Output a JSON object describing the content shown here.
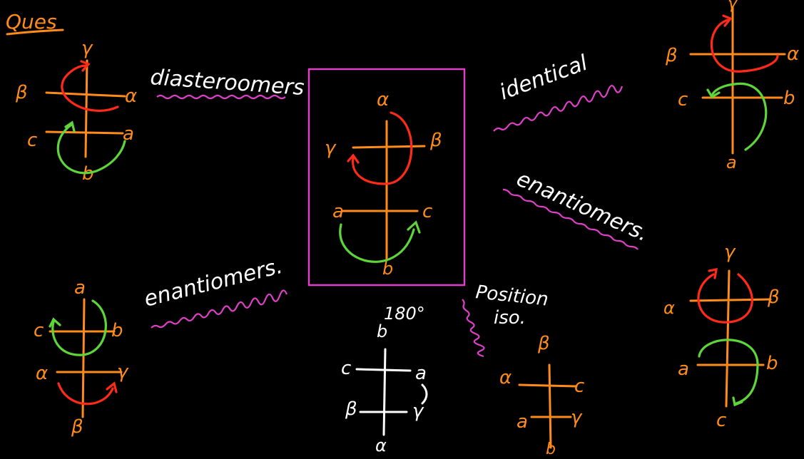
{
  "heading": "Ques",
  "relations": {
    "top_left": "diasteroomers",
    "top_right": "identical",
    "mid_right": "enantiomers.",
    "bottom_left": "enantiomers.",
    "bottom_right": "Position",
    "bottom_right_2": "iso."
  },
  "rotation": "180°",
  "colors": {
    "substituent": "#ff8c1a",
    "arrow_1": "#ff2a1a",
    "arrow_2": "#5ed63a",
    "box": "#e040c8",
    "ink": "#ffffff"
  },
  "projections": {
    "center": {
      "top": "α",
      "r1_left": "γ",
      "r1_right": "β",
      "r2_left": "a",
      "r2_right": "c",
      "bottom": "b"
    },
    "ques": {
      "top": "γ",
      "r1_left": "β",
      "r1_right": "α",
      "r2_left": "c",
      "r2_right": "a",
      "bottom": "b"
    },
    "top_right": {
      "top": "γ",
      "r1_left": "β",
      "r1_right": "α",
      "r2_left": "c",
      "r2_right": "b",
      "bottom": "a"
    },
    "mid_right": {
      "top": "γ",
      "r1_left": "α",
      "r1_right": "β",
      "r2_left": "a",
      "r2_right": "b",
      "bottom": "c"
    },
    "bottom_left": {
      "top": "a",
      "r1_left": "c",
      "r1_right": "b",
      "r2_left": "α",
      "r2_right": "γ",
      "bottom": "β"
    },
    "bottom_middle": {
      "top": "b",
      "r1_left": "c",
      "r1_right": "a",
      "r2_left": "β",
      "r2_right": "γ",
      "bottom": "α"
    },
    "bottom_right": {
      "top": "β",
      "r1_left": "α",
      "r1_right": "c",
      "r2_left": "a",
      "r2_right": "γ",
      "bottom": "b"
    }
  }
}
